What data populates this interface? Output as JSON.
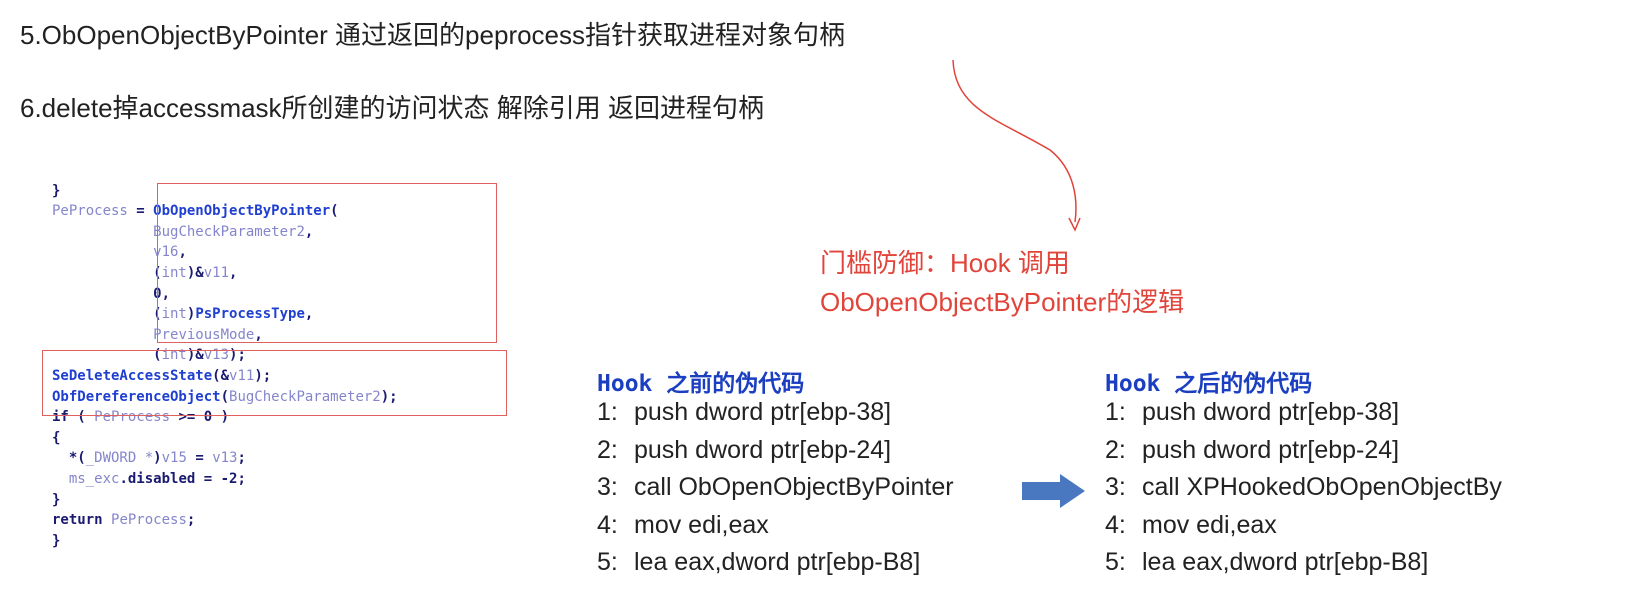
{
  "headings": [
    "5.ObOpenObjectByPointer 通过返回的peprocess指针获取进程对象句柄",
    "6.delete掉accessmask所创建的访问状态 解除引用 返回进程句柄"
  ],
  "code_lines": [
    [
      {
        "t": "  ",
        "k": "p"
      }
    ],
    [
      {
        "t": "}",
        "k": "p"
      }
    ],
    [
      {
        "t": "PeProcess",
        "k": "v"
      },
      {
        "t": " = ",
        "k": "p"
      },
      {
        "t": "ObOpenObjectByPointer",
        "k": "f"
      },
      {
        "t": "(",
        "k": "p"
      }
    ],
    [
      {
        "t": "            ",
        "k": "p"
      },
      {
        "t": "BugCheckParameter2",
        "k": "v"
      },
      {
        "t": ",",
        "k": "p"
      }
    ],
    [
      {
        "t": "            ",
        "k": "p"
      },
      {
        "t": "v16",
        "k": "v"
      },
      {
        "t": ",",
        "k": "p"
      }
    ],
    [
      {
        "t": "            (",
        "k": "p"
      },
      {
        "t": "int",
        "k": "v"
      },
      {
        "t": ")&",
        "k": "p"
      },
      {
        "t": "v11",
        "k": "v"
      },
      {
        "t": ",",
        "k": "p"
      }
    ],
    [
      {
        "t": "            0,",
        "k": "p"
      }
    ],
    [
      {
        "t": "            (",
        "k": "p"
      },
      {
        "t": "int",
        "k": "v"
      },
      {
        "t": ")",
        "k": "p"
      },
      {
        "t": "PsProcessType",
        "k": "f"
      },
      {
        "t": ",",
        "k": "p"
      }
    ],
    [
      {
        "t": "            ",
        "k": "p"
      },
      {
        "t": "PreviousMode",
        "k": "v"
      },
      {
        "t": ",",
        "k": "p"
      }
    ],
    [
      {
        "t": "            (",
        "k": "p"
      },
      {
        "t": "int",
        "k": "v"
      },
      {
        "t": ")&",
        "k": "p"
      },
      {
        "t": "v13",
        "k": "v"
      },
      {
        "t": ");",
        "k": "p"
      }
    ],
    [
      {
        "t": "SeDeleteAccessState",
        "k": "f"
      },
      {
        "t": "(&",
        "k": "p"
      },
      {
        "t": "v11",
        "k": "v"
      },
      {
        "t": ");",
        "k": "p"
      }
    ],
    [
      {
        "t": "ObfDereferenceObject",
        "k": "f"
      },
      {
        "t": "(",
        "k": "p"
      },
      {
        "t": "BugCheckParameter2",
        "k": "v"
      },
      {
        "t": ");",
        "k": "p"
      }
    ],
    [
      {
        "t": "if",
        "k": "k"
      },
      {
        "t": " ( ",
        "k": "p"
      },
      {
        "t": "PeProcess",
        "k": "v"
      },
      {
        "t": " >= 0 )",
        "k": "p"
      }
    ],
    [
      {
        "t": "{",
        "k": "p"
      }
    ],
    [
      {
        "t": "  *(",
        "k": "p"
      },
      {
        "t": "_DWORD *",
        "k": "v"
      },
      {
        "t": ")",
        "k": "p"
      },
      {
        "t": "v15",
        "k": "v"
      },
      {
        "t": " = ",
        "k": "p"
      },
      {
        "t": "v13",
        "k": "v"
      },
      {
        "t": ";",
        "k": "p"
      }
    ],
    [
      {
        "t": "  ",
        "k": "p"
      },
      {
        "t": "ms_exc",
        "k": "v"
      },
      {
        "t": ".disabled = -2;",
        "k": "p"
      }
    ],
    [
      {
        "t": "}",
        "k": "p"
      }
    ],
    [
      {
        "t": "return",
        "k": "k"
      },
      {
        "t": " ",
        "k": "p"
      },
      {
        "t": "PeProcess",
        "k": "v"
      },
      {
        "t": ";",
        "k": "p"
      }
    ],
    [
      {
        "t": "}",
        "k": "p"
      }
    ]
  ],
  "note": [
    "门槛防御：Hook 调用",
    "ObOpenObjectByPointer的逻辑"
  ],
  "before": {
    "title": "Hook 之前的伪代码",
    "items": [
      [
        "1:",
        "push dword ptr[ebp-38]"
      ],
      [
        "2:",
        "push dword ptr[ebp-24]"
      ],
      [
        "3:",
        "call ObOpenObjectByPointer"
      ],
      [
        "4:",
        "mov edi,eax"
      ],
      [
        "5:",
        "lea eax,dword ptr[ebp-B8]"
      ]
    ]
  },
  "after": {
    "title": "Hook 之后的伪代码",
    "items": [
      [
        "1:",
        "push dword ptr[ebp-38]"
      ],
      [
        "2:",
        "push dword ptr[ebp-24]"
      ],
      [
        "3:",
        "call XPHookedObOpenObjectBy"
      ],
      [
        "4:",
        "mov edi,eax"
      ],
      [
        "5:",
        "lea eax,dword ptr[ebp-B8]"
      ]
    ]
  },
  "colors": {
    "red": "#e0443a",
    "blue_arrow": "#4a78c0",
    "hook_title": "#1b3fc0"
  }
}
